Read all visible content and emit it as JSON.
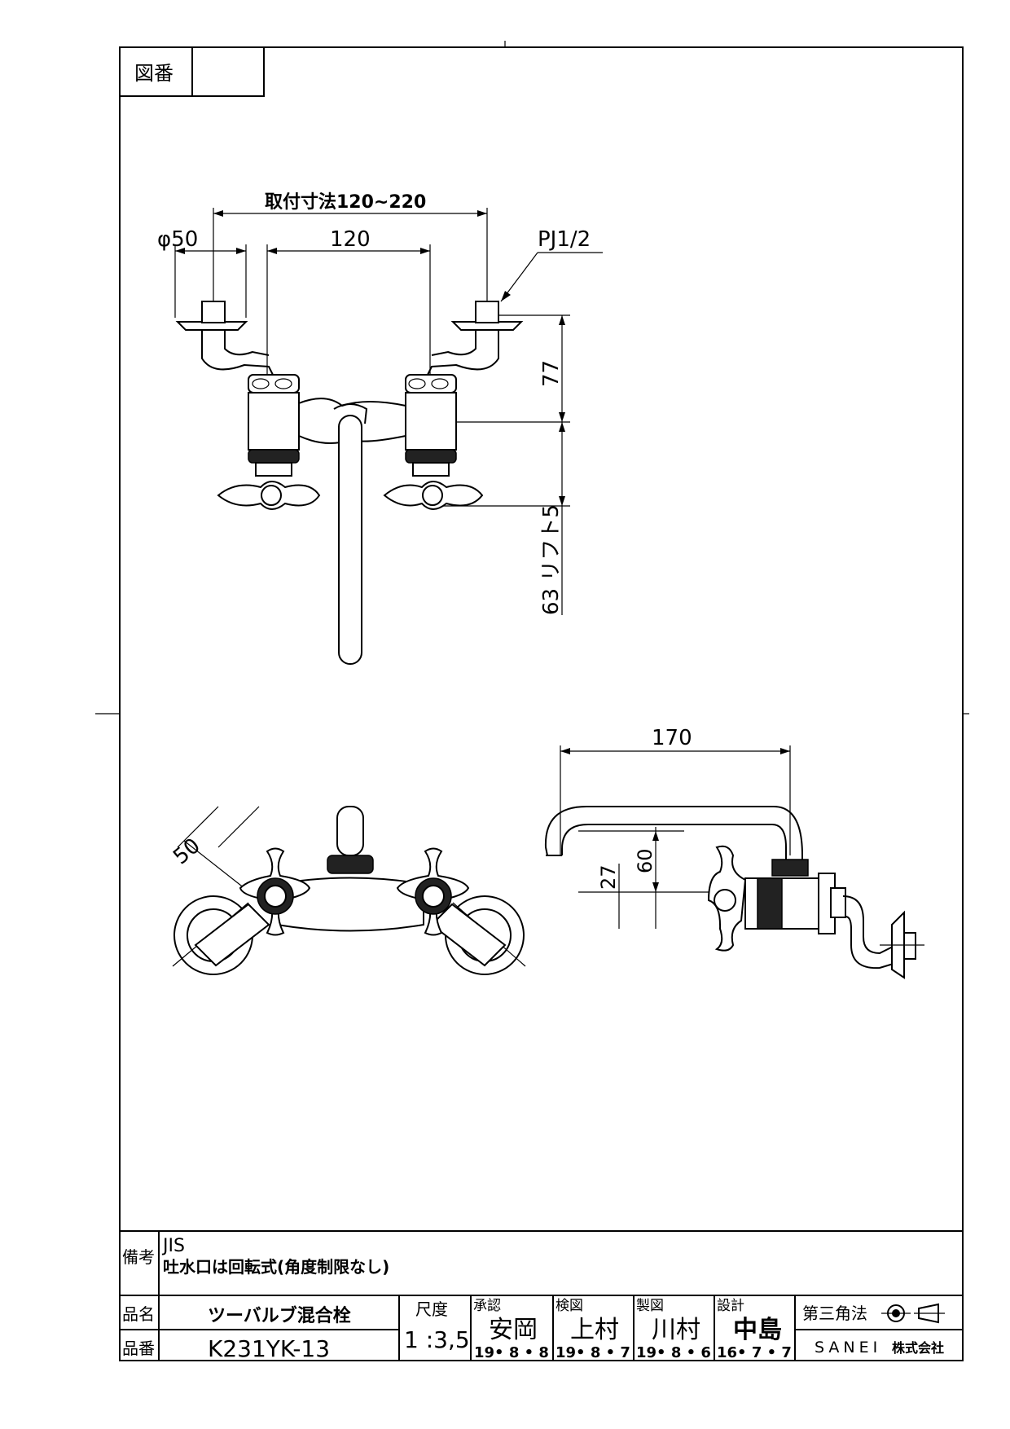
{
  "drawing_number_label": "図番",
  "drawing_number_value": "",
  "dimensions": {
    "mount_range": "取付寸法120~220",
    "diameter": "φ50",
    "spacing": "120",
    "pipe_thread": "PJ1/2",
    "height_77": "77",
    "lift": "63 リフト5",
    "length_170": "170",
    "height_60": "60",
    "height_27": "27",
    "width_50": "50"
  },
  "remarks": {
    "label": "備考",
    "line1": "JIS",
    "line2": "吐水口は回転式(角度制限なし)"
  },
  "title_block": {
    "name_label": "品名",
    "name_value": "ツーバルブ混合栓",
    "number_label": "品番",
    "number_value": "K231YK-13",
    "scale_label": "尺度",
    "scale_value": "1 :3,5",
    "approve_label": "承認",
    "approve_name": "安岡",
    "approve_date": "19• 8 • 8",
    "check_label": "検図",
    "check_name": "上村",
    "check_date": "19• 8 • 7",
    "draft_label": "製図",
    "draft_name": "川村",
    "draft_date": "19• 8 • 6",
    "design_label": "設計",
    "design_name": "中島",
    "design_date": "16• 7 • 7",
    "projection_label": "第三角法",
    "company": "SANEI",
    "company_suffix": "株式会社"
  }
}
